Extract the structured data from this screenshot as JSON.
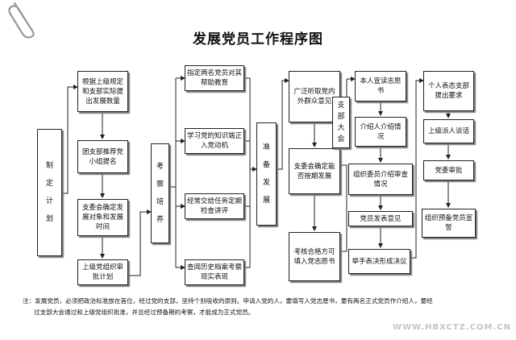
{
  "title": "发展党员工作程序图",
  "boxes": {
    "plan": "制定计划",
    "b1": "根据上级规定和支部实际提出发展数量",
    "b2": "团支部推荐党小组提名",
    "b3": "支委会确定发展对象和发展时间",
    "b4": "上级党组织审批计划",
    "examine": "考察培养",
    "c1": "指定两名党员对其帮助教育",
    "c2": "学习党的知识端正入党动机",
    "c3": "经常交给任务定期检查讲评",
    "c4": "查阅历史档案考察现实表现",
    "prepare": "准备发展",
    "d1": "广泛听取党内外群众意见",
    "d2": "支委会确定能否按期发展",
    "d3": "考核合格方可填入党志愿书",
    "branch": "支部大会",
    "e1": "本人宣读志愿书",
    "e2": "介绍人介绍情况",
    "e3": "组织委员介绍审查情况",
    "e4": "党员发表意见",
    "e5": "举手表决形成决议",
    "f1": "个人表态支部提出要求",
    "f2": "上级派人谈话",
    "f3": "党委审批",
    "f4": "组织预备党员宣誓"
  },
  "note_line1": "注：发展党员，必须把政治标准放在首位，经过党的支部，坚持个别吸收的原则。申请入党的人，要填写入党志愿书，要有两名正式党员作介绍人，要经",
  "note_line2": "过支部大会通过和上级党组织批准，并且经过预备期的考察，才能成为正式党员。",
  "watermark": "WWW.HBXCTZ.COM.CN"
}
